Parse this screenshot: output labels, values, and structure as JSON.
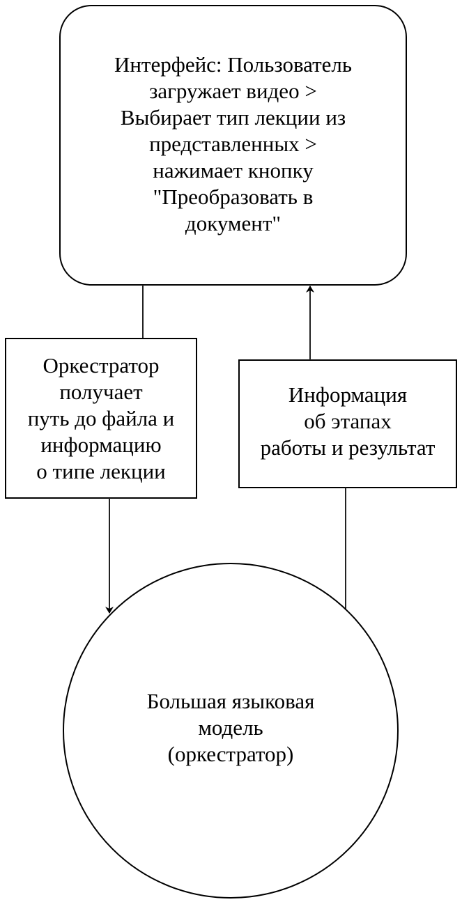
{
  "nodes": {
    "interface": {
      "lines": [
        "Интерфейс: Пользователь",
        "загружает видео >",
        "Выбирает тип лекции из",
        "представленных >",
        "нажимает кнопку",
        "\"Преобразовать в",
        "документ\""
      ]
    },
    "request_label": {
      "lines": [
        "Оркестратор",
        "получает",
        "путь до файла и",
        "информацию",
        "о типе лекции"
      ]
    },
    "response_label": {
      "lines": [
        "Информация",
        "об этапах",
        "работы и результат"
      ]
    },
    "llm": {
      "lines": [
        "Большая языковая",
        "модель",
        "(оркестратор)"
      ]
    }
  }
}
